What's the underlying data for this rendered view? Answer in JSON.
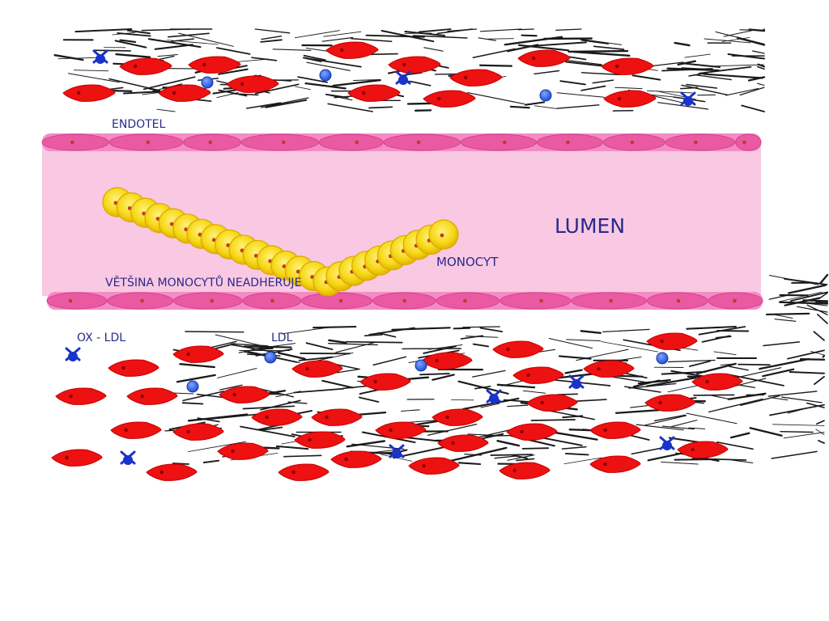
{
  "labels": {
    "endotel": "ENDOTEL",
    "lumen": "LUMEN",
    "monocyt": "MONOCYT",
    "non_adhering": "VĚTŠINA MONOCYTŮ NEADHERUJE",
    "ox_ldl": "OX - LDL",
    "ldl": "LDL"
  },
  "colors": {
    "lumen": "#f9c8e2",
    "endothelium": "#e8559f",
    "endothelium_light": "#f48cc4",
    "endothelium_nucleus": "#c0392b",
    "smooth_muscle_cell": "#ee1111",
    "smooth_muscle_nucleus": "#8b0000",
    "monocyte": "#f6d817",
    "monocyte_edge": "#d9a800",
    "monocyte_nucleus": "#c0392b",
    "ldl": "#1f4fd1",
    "ox_ldl": "#1a33c9",
    "fiber": "#1a1a1a",
    "label": "#2a2a8c"
  },
  "icons": {
    "ldl": "ldl-particle-icon",
    "ox_ldl": "ox-ldl-particle-icon"
  }
}
